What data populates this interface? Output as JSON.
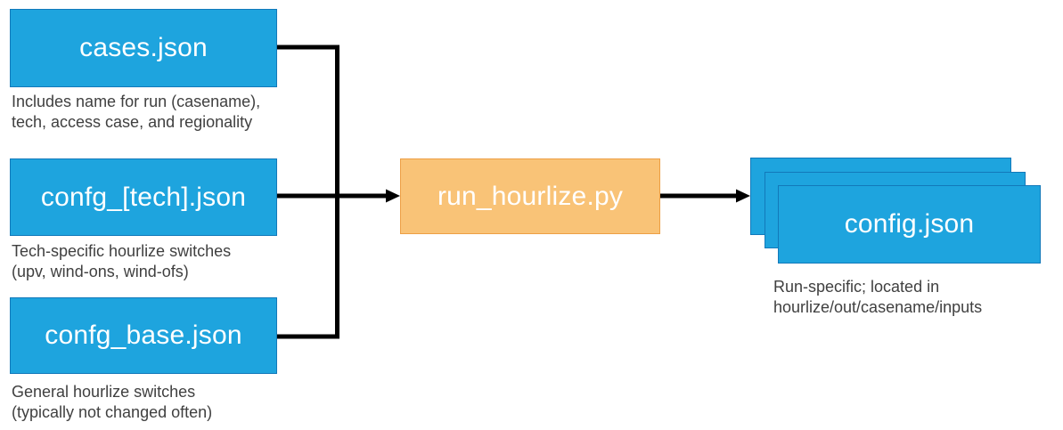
{
  "colors": {
    "node_fill_blue": "#1EA4DE",
    "node_border_blue": "#1279BA",
    "node_fill_orange": "#F9C377",
    "node_border_orange": "#ED9F45",
    "node_text": "#FFFFFF",
    "caption_text": "#404040",
    "connector": "#000000",
    "canvas_bg": "#FFFFFF"
  },
  "nodes": {
    "cases": {
      "label": "cases.json",
      "caption_line1": "Includes name for run (casename),",
      "caption_line2": "tech, access case, and regionality"
    },
    "confg_tech": {
      "label": "confg_[tech].json",
      "caption_line1": "Tech-specific hourlize switches",
      "caption_line2": "(upv, wind-ons, wind-ofs)"
    },
    "confg_base": {
      "label": "confg_base.json",
      "caption_line1": "General hourlize switches",
      "caption_line2": "(typically not changed often)"
    },
    "run_hourlize": {
      "label": "run_hourlize.py"
    },
    "config_output": {
      "label": "config.json",
      "caption_line1": "Run-specific; located in",
      "caption_line2": "hourlize/out/casename/inputs"
    }
  }
}
